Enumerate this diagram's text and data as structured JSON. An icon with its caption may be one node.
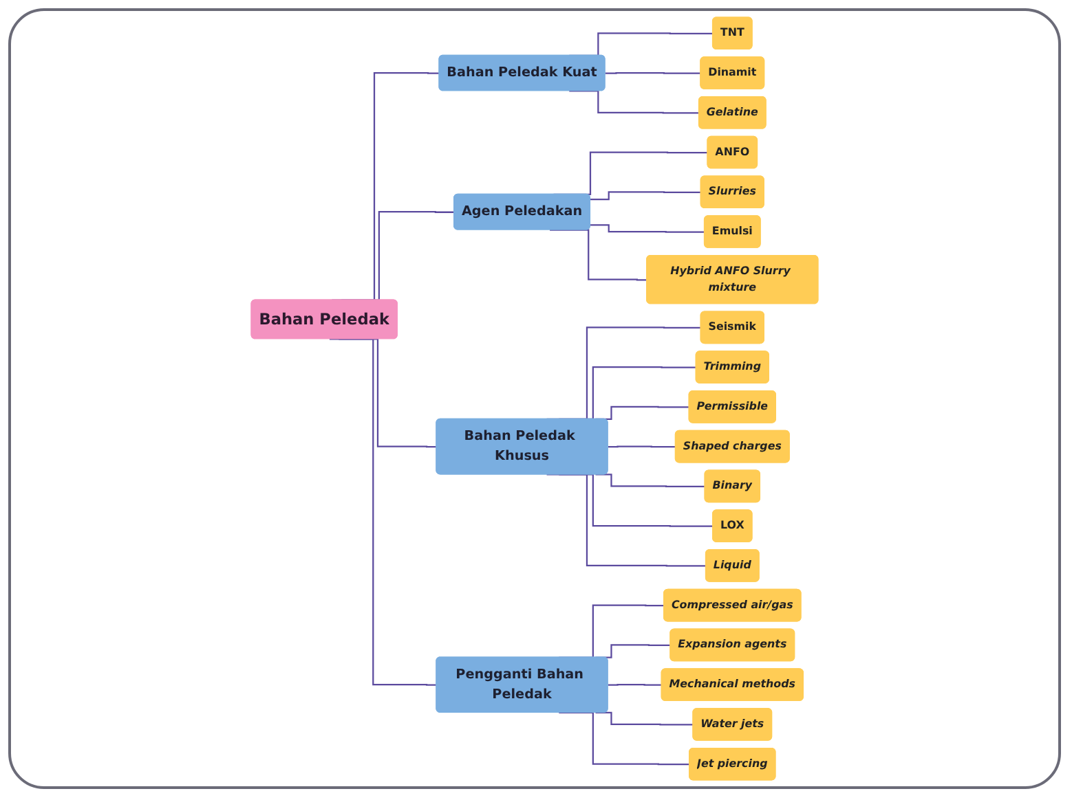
{
  "diagram": {
    "nodes": [
      {
        "text": [
          "Bahan Peledak"
        ]
      },
      {
        "text": [
          "Bahan Peledak Kuat"
        ]
      },
      {
        "text": [
          "Agen Peledakan"
        ]
      },
      {
        "text": [
          "Bahan Peledak Khusus"
        ]
      },
      {
        "text": [
          "Pengganti Bahan Peledak"
        ]
      },
      {
        "text": [
          "TNT"
        ]
      },
      {
        "text": [
          "Dinamit"
        ]
      },
      {
        "text": [
          "Gelatine"
        ]
      },
      {
        "text": [
          "ANFO"
        ]
      },
      {
        "text": [
          "Slurries"
        ]
      },
      {
        "text": [
          "Emulsi"
        ]
      },
      {
        "text": [
          "Hybrid ANFO Slurry mixture"
        ]
      },
      {
        "text": [
          "Seismik"
        ]
      },
      {
        "text": [
          "Trimming"
        ]
      },
      {
        "text": [
          "Permissible"
        ]
      },
      {
        "text": [
          "Shaped charges"
        ]
      },
      {
        "text": [
          "Binary"
        ]
      },
      {
        "text": [
          "LOX"
        ]
      },
      {
        "text": [
          "Liquid"
        ]
      },
      {
        "text": [
          "Compressed air/gas"
        ]
      },
      {
        "text": [
          "Expansion agents"
        ]
      },
      {
        "text": [
          "Mechanical methods"
        ]
      },
      {
        "text": [
          "Water jets"
        ]
      },
      {
        "text": [
          "Jet piercing"
        ]
      }
    ],
    "edges": [
      {
        "from": 0,
        "to": 1,
        "arrow": "none"
      },
      {
        "from": 0,
        "to": 2,
        "arrow": "none"
      },
      {
        "from": 0,
        "to": 3,
        "arrow": "none"
      },
      {
        "from": 0,
        "to": 4,
        "arrow": "none"
      },
      {
        "from": 1,
        "to": 5,
        "arrow": "none"
      },
      {
        "from": 1,
        "to": 6,
        "arrow": "none"
      },
      {
        "from": 1,
        "to": 7,
        "arrow": "none"
      },
      {
        "from": 2,
        "to": 8,
        "arrow": "none"
      },
      {
        "from": 2,
        "to": 9,
        "arrow": "none"
      },
      {
        "from": 2,
        "to": 10,
        "arrow": "none"
      },
      {
        "from": 2,
        "to": 11,
        "arrow": "none"
      },
      {
        "from": 3,
        "to": 12,
        "arrow": "none"
      },
      {
        "from": 3,
        "to": 13,
        "arrow": "none"
      },
      {
        "from": 3,
        "to": 14,
        "arrow": "none"
      },
      {
        "from": 3,
        "to": 15,
        "arrow": "none"
      },
      {
        "from": 3,
        "to": 16,
        "arrow": "none"
      },
      {
        "from": 3,
        "to": 17,
        "arrow": "none"
      },
      {
        "from": 3,
        "to": 18,
        "arrow": "none"
      },
      {
        "from": 4,
        "to": 19,
        "arrow": "none"
      },
      {
        "from": 4,
        "to": 20,
        "arrow": "none"
      },
      {
        "from": 4,
        "to": 21,
        "arrow": "none"
      },
      {
        "from": 4,
        "to": 22,
        "arrow": "none"
      },
      {
        "from": 4,
        "to": 23,
        "arrow": "none"
      }
    ]
  }
}
